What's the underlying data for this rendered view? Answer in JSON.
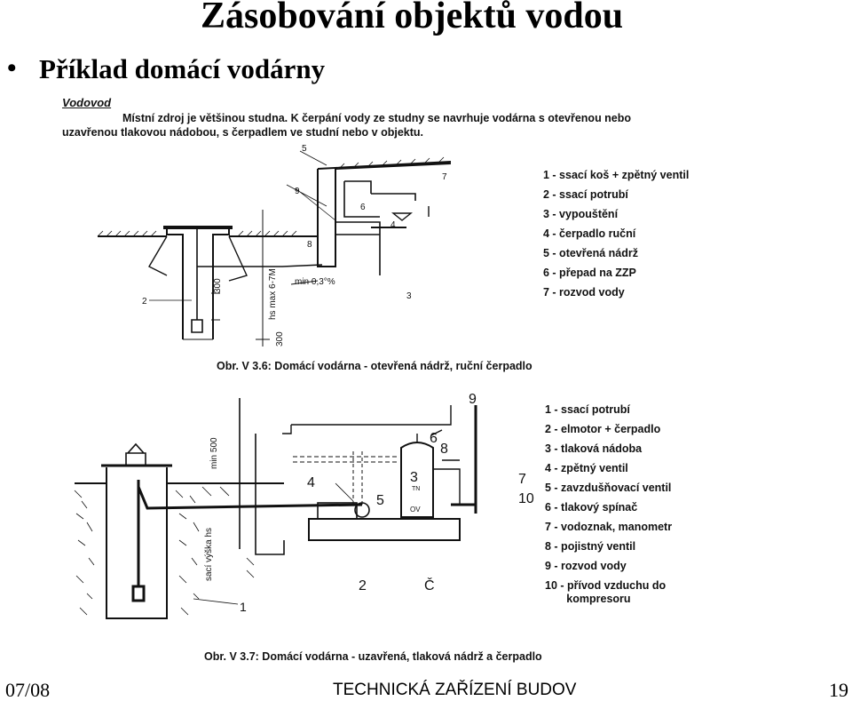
{
  "slide": {
    "title": "Zásobování objektů vodou",
    "bullet": "•",
    "subtitle": "Příklad domácí vodárny"
  },
  "scan": {
    "heading": "Vodovod",
    "intro_line1": "Místní zdroj je většinou studna. K čerpání vody ze studny se navrhuje vodárna s otevřenou nebo",
    "intro_line2": "uzavřenou tlakovou nádobou, s čerpadlem ve studní nebo v objektu.",
    "figure1": {
      "caption": "Obr. V 3.6: Domácí vodárna - otevřená nádrž, ruční čerpadlo",
      "legend": [
        "1 - ssací koš + zpětný ventil",
        "2 - ssací potrubí",
        "3 - vypouštění",
        "4 - čerpadlo ruční",
        "5 - otevřená nádrž",
        "6 - přepad na ZZP",
        "7 - rozvod vody"
      ],
      "labels": [
        "5",
        "7",
        "9",
        "6",
        "4",
        "8",
        "2",
        "3",
        "300",
        "300",
        "hs max 6-7M",
        "min 0,3°%"
      ]
    },
    "figure2": {
      "caption": "Obr. V 3.7: Domácí vodárna - uzavřená, tlaková nádrž a čerpadlo",
      "legend": [
        "1 - ssací potrubí",
        "2 - elmotor + čerpadlo",
        "3 - tlaková nádoba",
        "4 - zpětný ventil",
        "5 - zavzdušňovací ventil",
        "6 - tlakový spínač",
        "7 - vodoznak, manometr",
        "8 - pojistný ventil",
        "9 - rozvod vody",
        "10 - přívod vzduchu do",
        "       kompresoru"
      ],
      "labels": [
        "9",
        "6",
        "8",
        "3",
        "4",
        "5",
        "7",
        "10",
        "2",
        "Č",
        "1",
        "min 500",
        "sací výška hs",
        "TN",
        "OV"
      ]
    }
  },
  "footer": {
    "left": "07/08",
    "center": "TECHNICKÁ  ZAŘÍZENÍ  BUDOV",
    "right": "19"
  }
}
